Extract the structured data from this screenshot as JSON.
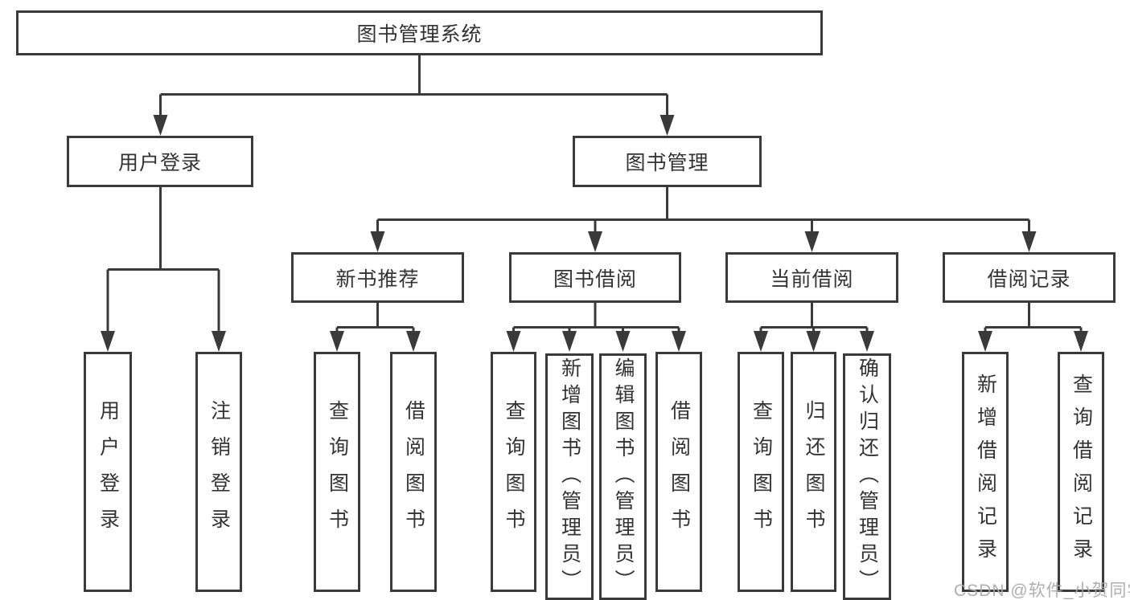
{
  "colors": {
    "line": "#3a3a3a",
    "text": "#333333",
    "background": "#ffffff",
    "watermark": "#a8a8a8"
  },
  "diagram": {
    "root": {
      "label": "图书管理系统"
    },
    "branches": [
      {
        "label": "用户登录",
        "children": [
          {
            "label": "用户登录"
          },
          {
            "label": "注销登录"
          }
        ]
      },
      {
        "label": "图书管理",
        "children": [
          {
            "label": "新书推荐",
            "children": [
              {
                "label": "查询图书"
              },
              {
                "label": "借阅图书"
              }
            ]
          },
          {
            "label": "图书借阅",
            "children": [
              {
                "label": "查询图书"
              },
              {
                "label": "新增图书（管理员）"
              },
              {
                "label": "编辑图书（管理员）"
              },
              {
                "label": "借阅图书"
              }
            ]
          },
          {
            "label": "当前借阅",
            "children": [
              {
                "label": "查询图书"
              },
              {
                "label": "归还图书"
              },
              {
                "label": "确认归还（管理员）"
              }
            ]
          },
          {
            "label": "借阅记录",
            "children": [
              {
                "label": "新增借阅记录"
              },
              {
                "label": "查询借阅记录"
              }
            ]
          }
        ]
      }
    ]
  },
  "watermark": {
    "text": "CSDN @软件_小贺同学"
  }
}
